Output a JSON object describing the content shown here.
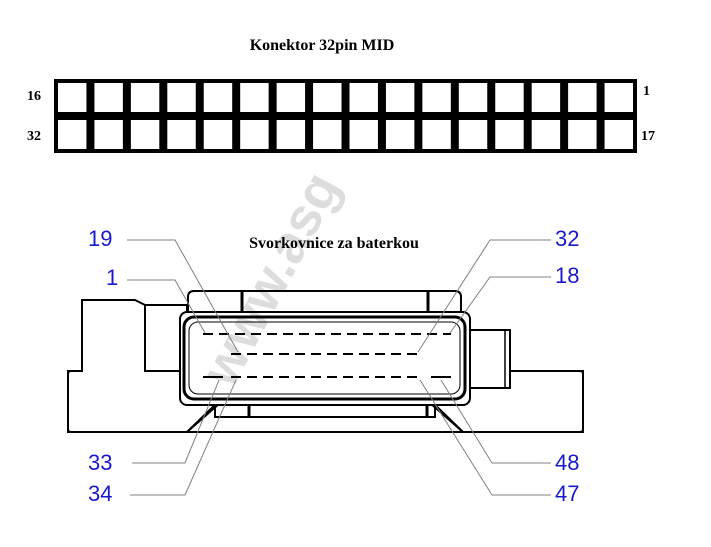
{
  "top_connector": {
    "title": "Konektor 32pin MID",
    "columns": 16,
    "rows": 2,
    "labels": {
      "top_left": "16",
      "bottom_left": "32",
      "top_right": "1",
      "bottom_right": "17"
    }
  },
  "bottom_connector": {
    "title": "Svorkovnice za baterkou",
    "pin_labels": {
      "p19": "19",
      "p1": "1",
      "p32": "32",
      "p18": "18",
      "p33": "33",
      "p34": "34",
      "p48": "48",
      "p47": "47"
    }
  },
  "watermark": "www.asg",
  "colors": {
    "label_blue": "#1a1acc"
  }
}
